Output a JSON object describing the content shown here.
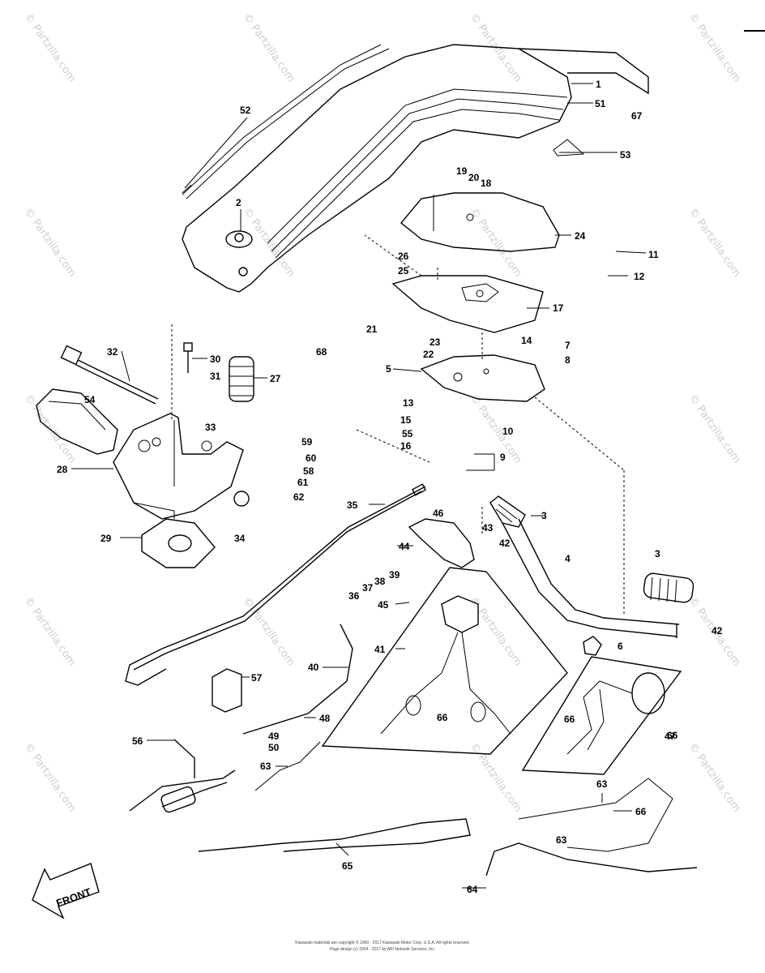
{
  "watermark": "© Partzilla.com",
  "front_arrow_label": "FRONT",
  "footer": {
    "line1": "Kawasaki materials are copyright © 1969 - 2017 Kawasaki Motor Corp. U.S.A. All rights reserved.",
    "line2": "Page design (c) 2004 - 2017 by ARI Network Services, Inc."
  },
  "part_numbers": [
    "1",
    "2",
    "3",
    "3",
    "4",
    "5",
    "6",
    "7",
    "8",
    "9",
    "10",
    "11",
    "12",
    "13",
    "14",
    "15",
    "16",
    "17",
    "18",
    "19",
    "20",
    "21",
    "22",
    "23",
    "24",
    "25",
    "26",
    "27",
    "28",
    "29",
    "30",
    "31",
    "32",
    "33",
    "34",
    "35",
    "36",
    "37",
    "38",
    "39",
    "40",
    "41",
    "42",
    "42",
    "43",
    "44",
    "45",
    "46",
    "47",
    "48",
    "49",
    "50",
    "51",
    "52",
    "53",
    "54",
    "55",
    "56",
    "57",
    "58",
    "59",
    "60",
    "61",
    "62",
    "63",
    "63",
    "63",
    "64",
    "65",
    "66",
    "66",
    "66",
    "66",
    "67",
    "68"
  ]
}
